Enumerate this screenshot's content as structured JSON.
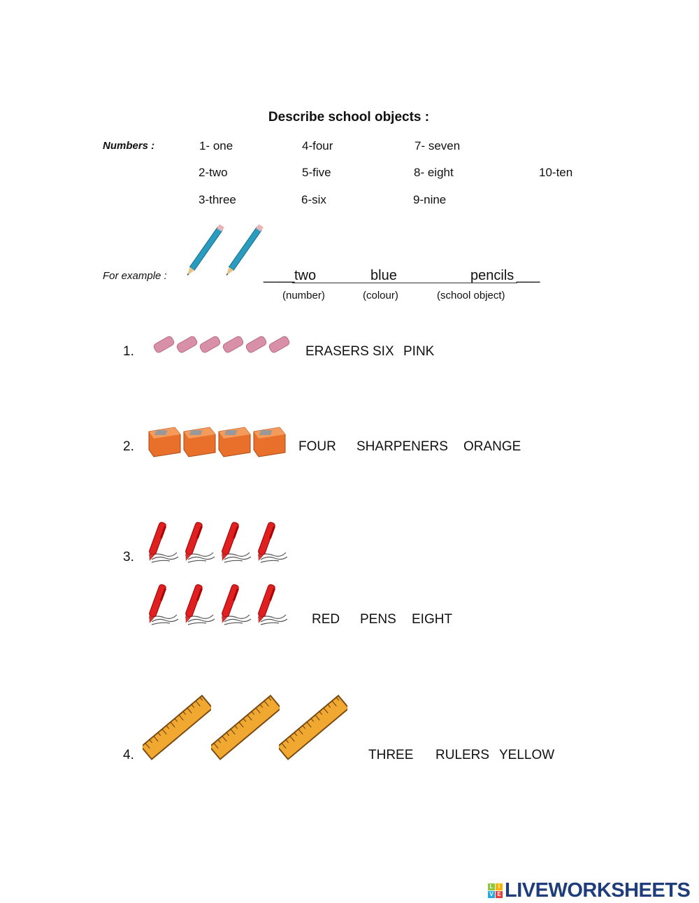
{
  "title": "Describe school objects :",
  "numbers": {
    "label": "Numbers :",
    "items": [
      "1- one",
      "2-two",
      "3-three",
      "4-four",
      "5-five",
      "6-six",
      "7- seven",
      "8- eight",
      "9-nine",
      "10-ten"
    ]
  },
  "example": {
    "label": "For example :",
    "answers": [
      "two",
      "blue",
      "pencils"
    ],
    "underline_tail": "___",
    "underline_head": "____",
    "hints": [
      "(number)",
      "(colour)",
      "(school object)"
    ]
  },
  "exercises": [
    {
      "number": "1.",
      "words": [
        "ERASERS",
        "SIX",
        "PINK"
      ]
    },
    {
      "number": "2.",
      "words": [
        "FOUR",
        "SHARPENERS",
        "ORANGE"
      ]
    },
    {
      "number": "3.",
      "words": [
        "RED",
        "PENS",
        "EIGHT"
      ]
    },
    {
      "number": "4.",
      "words": [
        "THREE",
        "RULERS",
        "YELLOW"
      ]
    }
  ],
  "logo": {
    "text": "LIVEWORKSHEETS",
    "blocks": [
      "L",
      "I",
      "V",
      "E"
    ]
  },
  "colors": {
    "pencil": "#2a9cc0",
    "eraser": "#d88fa8",
    "sharpener": "#e8702a",
    "pen": "#e02020",
    "ruler": "#f0a830",
    "logo": "#1f3d7a"
  }
}
